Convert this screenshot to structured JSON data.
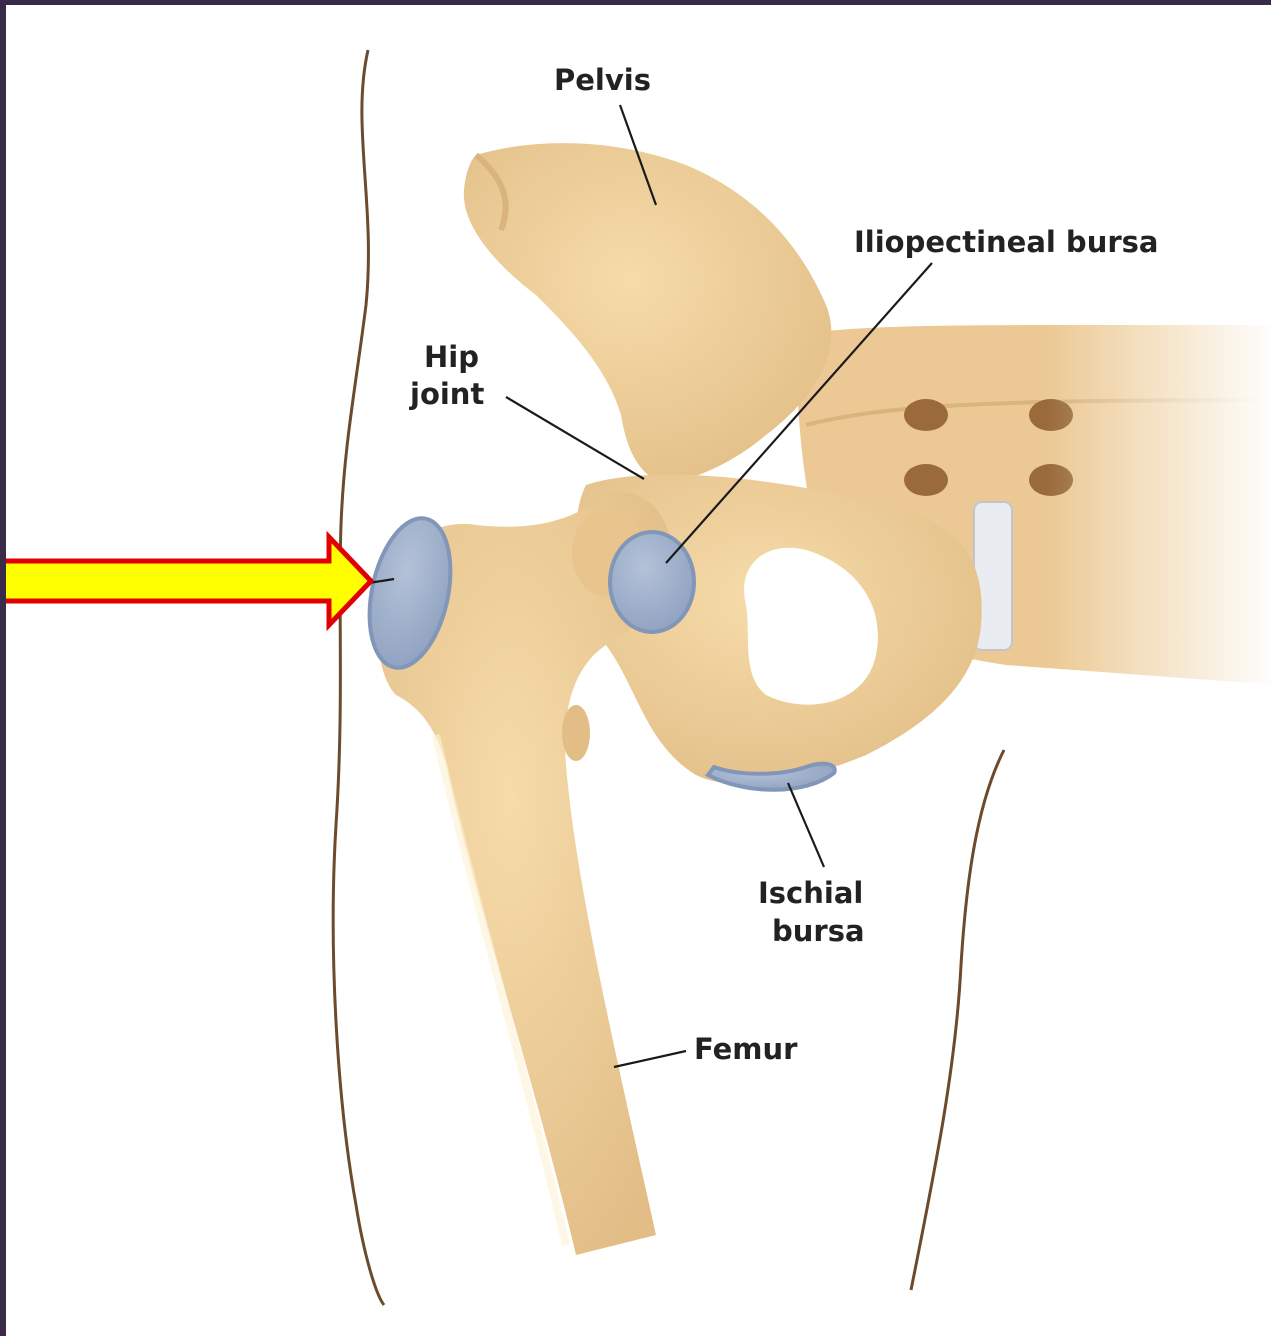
{
  "labels": {
    "pelvis": "Pelvis",
    "iliopectineal_bursa": "Iliopectineal bursa",
    "hip_joint_line1": "Hip",
    "hip_joint_line2": "joint",
    "ischial_bursa_line1": "Ischial",
    "ischial_bursa_line2": "bursa",
    "femur": "Femur"
  },
  "colors": {
    "bone": "#f0d3a0",
    "bone_shadow": "#d9b47c",
    "bursa": "#9fb0c8",
    "bursa_outline": "#8196b8",
    "skin_line": "#6b4a2e",
    "arrow_fill": "#ffff00",
    "arrow_outline": "#e00000",
    "frame": "#3a2a4a"
  }
}
